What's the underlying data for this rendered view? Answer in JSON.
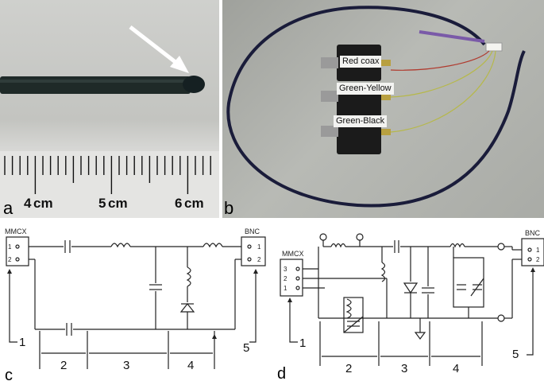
{
  "panels": {
    "a": {
      "letter": "a",
      "ruler_labels": [
        "4",
        "cm",
        "5",
        "cm",
        "6",
        "cm"
      ]
    },
    "b": {
      "letter": "b",
      "cable_labels": [
        "Red coax",
        "Green-Yellow",
        "Green-Black"
      ]
    },
    "c": {
      "letter": "c",
      "connector_left": "MMCX",
      "connector_right": "BNC",
      "left_pins": [
        "1",
        "2"
      ],
      "right_pins": [
        "1",
        "2"
      ],
      "segment_labels": [
        "1",
        "2",
        "3",
        "4",
        "5"
      ]
    },
    "d": {
      "letter": "d",
      "connector_left": "MMCX",
      "connector_right": "BNC",
      "left_pins": [
        "3",
        "2",
        "1"
      ],
      "right_pins": [
        "1",
        "2"
      ],
      "segment_labels": [
        "1",
        "2",
        "3",
        "4",
        "5"
      ]
    }
  },
  "icons": [
    "arrow-icon",
    "capacitor-icon",
    "inductor-icon",
    "diode-icon",
    "variable-capacitor-icon",
    "ground-icon"
  ]
}
